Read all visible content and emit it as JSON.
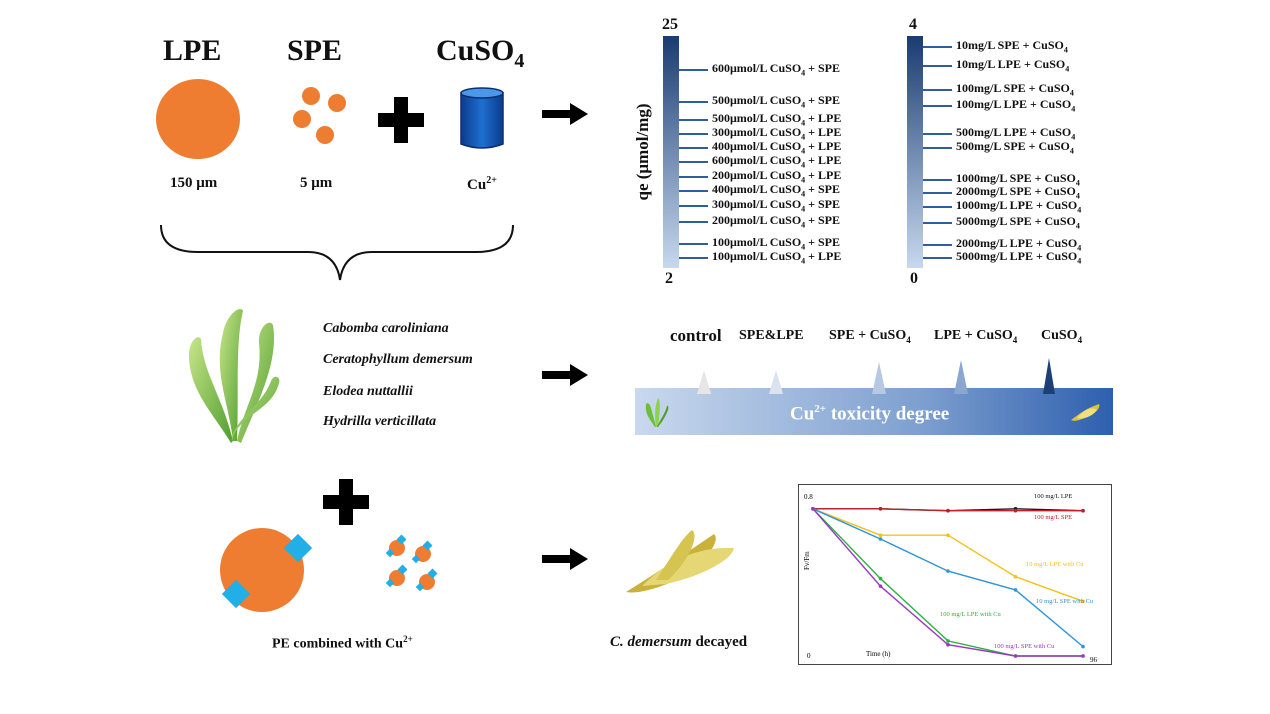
{
  "top": {
    "lpe_title": "LPE",
    "spe_title": "SPE",
    "cuso4_title": "CuSO",
    "cuso4_sub": "4",
    "lpe_size": "150 μm",
    "spe_size": "5 μm",
    "cu_label": "Cu",
    "cu_sup": "2+"
  },
  "scale1": {
    "axis_label": "qe (μmol/mg)",
    "max": "25",
    "min": "2",
    "items": [
      {
        "pre": "600μmol/L CuSO",
        "post": " + SPE"
      },
      {
        "pre": "500μmol/L CuSO",
        "post": " + SPE"
      },
      {
        "pre": "500μmol/L CuSO",
        "post": " + LPE"
      },
      {
        "pre": "300μmol/L CuSO",
        "post": " + LPE"
      },
      {
        "pre": "400μmol/L CuSO",
        "post": " + LPE"
      },
      {
        "pre": "600μmol/L CuSO",
        "post": " + LPE"
      },
      {
        "pre": "200μmol/L CuSO",
        "post": " + LPE"
      },
      {
        "pre": "400μmol/L CuSO",
        "post": " + SPE"
      },
      {
        "pre": "300μmol/L CuSO",
        "post": " + SPE"
      },
      {
        "pre": "200μmol/L CuSO",
        "post": " + SPE"
      },
      {
        "pre": "100μmol/L CuSO",
        "post": " + SPE"
      },
      {
        "pre": "100μmol/L CuSO",
        "post": " + LPE"
      }
    ]
  },
  "scale2": {
    "max": "4",
    "min": "0",
    "items": [
      {
        "pre": "10mg/L SPE + CuSO",
        "post": ""
      },
      {
        "pre": "10mg/L LPE + CuSO",
        "post": ""
      },
      {
        "pre": "100mg/L SPE + CuSO",
        "post": ""
      },
      {
        "pre": "100mg/L LPE + CuSO",
        "post": ""
      },
      {
        "pre": "500mg/L LPE + CuSO",
        "post": ""
      },
      {
        "pre": "500mg/L SPE + CuSO",
        "post": ""
      },
      {
        "pre": "1000mg/L SPE + CuSO",
        "post": ""
      },
      {
        "pre": "2000mg/L SPE + CuSO",
        "post": ""
      },
      {
        "pre": "1000mg/L LPE + CuSO",
        "post": ""
      },
      {
        "pre": "5000mg/L SPE + CuSO",
        "post": ""
      },
      {
        "pre": "2000mg/L LPE + CuSO",
        "post": ""
      },
      {
        "pre": "5000mg/L LPE + CuSO",
        "post": ""
      }
    ],
    "sub": "4"
  },
  "plants": {
    "species": [
      "Cabomba caroliniana",
      "Ceratophyllum demersum",
      "Elodea nuttallii",
      "Hydrilla verticillata"
    ]
  },
  "toxicity": {
    "labels": [
      "control",
      "SPE&LPE",
      "SPE + CuSO",
      "LPE + CuSO",
      "CuSO"
    ],
    "subs": [
      "",
      "",
      "4",
      "4",
      "4"
    ],
    "bar_label_pre": "Cu",
    "bar_label_sup": "2+",
    "bar_label_post": " toxicity degree"
  },
  "bottom": {
    "pe_label_pre": "PE combined with Cu",
    "pe_label_sup": "2+",
    "decayed_italic": "C. demersum",
    "decayed_rest": " decayed"
  },
  "chart_data": {
    "type": "line",
    "xlabel": "Time (h)",
    "ylabel": "Fv/Fm",
    "x": [
      0,
      24,
      48,
      72,
      96
    ],
    "x_tick_labels": [
      "0",
      "96"
    ],
    "y_tick_labels": [
      "0.8"
    ],
    "ylim": [
      0,
      0.8
    ],
    "series": [
      {
        "name": "100 mg/L LPE",
        "color": "#1a1a1a",
        "values": [
          0.78,
          0.78,
          0.77,
          0.78,
          0.77
        ]
      },
      {
        "name": "100 mg/L SPE",
        "color": "#c0202a",
        "values": [
          0.78,
          0.78,
          0.77,
          0.77,
          0.77
        ]
      },
      {
        "name": "10 mg/L LPE with Cu",
        "color": "#f2c21b",
        "values": [
          0.78,
          0.64,
          0.64,
          0.42,
          0.29
        ]
      },
      {
        "name": "10 mg/L SPE with Cu",
        "color": "#2f95d6",
        "values": [
          0.78,
          0.62,
          0.45,
          0.35,
          0.05
        ]
      },
      {
        "name": "100 mg/L LPE with Cu",
        "color": "#27b43b",
        "values": [
          0.78,
          0.41,
          0.08,
          0.0,
          0.0
        ]
      },
      {
        "name": "100 mg/L SPE with Cu",
        "color": "#9b37c4",
        "values": [
          0.78,
          0.37,
          0.06,
          0.0,
          0.0
        ]
      }
    ]
  }
}
